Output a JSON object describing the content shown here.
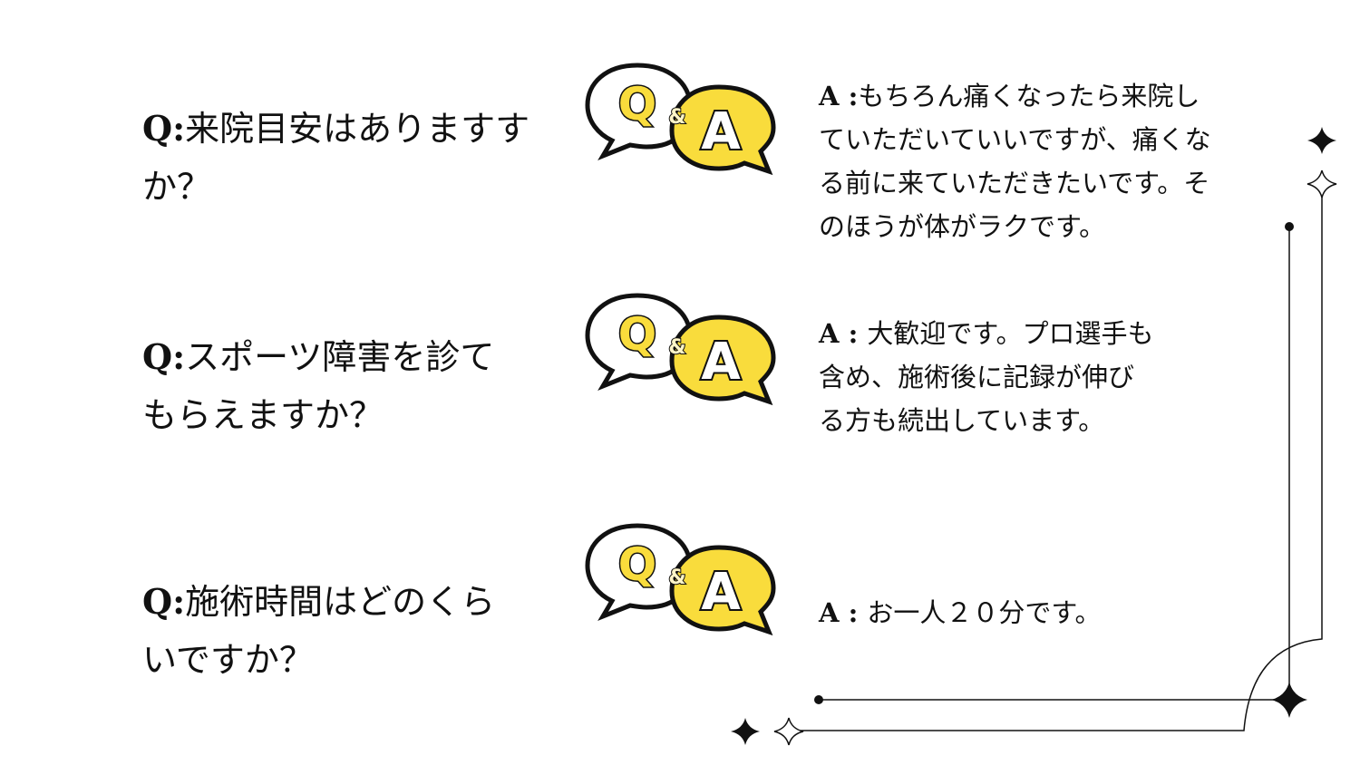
{
  "items": [
    {
      "q_prefix": "Q:",
      "q_lines": [
        "来院目安はありますす",
        "か？"
      ],
      "a_prefix": "A :",
      "a_lines": [
        "もちろん痛くなったら来院し",
        "ていただいていいですが、痛くな",
        "る前に来ていただきたいです。そ",
        "のほうが体がラクです。"
      ]
    },
    {
      "q_prefix": "Q:",
      "q_lines": [
        "スポーツ障害を診て",
        "もらえますか？"
      ],
      "a_prefix": "A : ",
      "a_lines": [
        "大歓迎です。プロ選手も",
        "含め、施術後に記録が伸び",
        "る方も続出しています。"
      ]
    },
    {
      "q_prefix": "Q:",
      "q_lines": [
        "施術時間はどのくら",
        "いですか？"
      ],
      "a_prefix": "A : ",
      "a_lines": [
        "お一人２０分です。"
      ]
    }
  ],
  "logo": {
    "q": "Q",
    "amp": "&",
    "a": "A"
  },
  "colors": {
    "yellow": "#F9DC3C",
    "ink": "#111111"
  }
}
